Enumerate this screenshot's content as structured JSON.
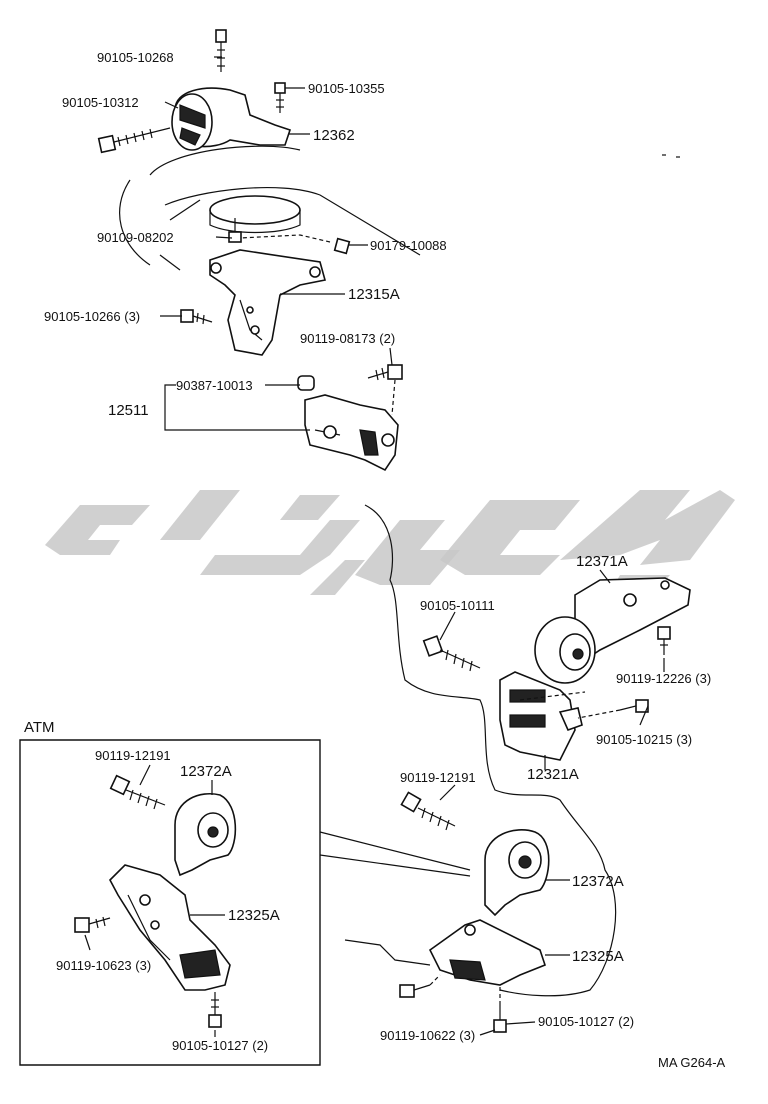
{
  "diagram": {
    "labels": {
      "bolt_top": "90105-10268",
      "bolt_top_right": "90105-10355",
      "bolt_left": "90105-10312",
      "mount_12362": "12362",
      "bolt_08202": "90109-08202",
      "nut_10088": "90179-10088",
      "bracket_12315a": "12315A",
      "bolt_10266": "90105-10266 (3)",
      "bolt_08173": "90119-08173 (2)",
      "cap_10013": "90387-10013",
      "bracket_12511": "12511",
      "mount_12371a": "12371A",
      "bolt_10111": "90105-10111",
      "bolt_12226": "90119-12226 (3)",
      "bolt_10215": "90105-10215 (3)",
      "mount_12321a": "12321A",
      "bolt_12191_main": "90119-12191",
      "mount_12372a_main": "12372A",
      "bracket_12325a_main": "12325A",
      "bolt_10622": "90119-10622 (3)",
      "bolt_10127_main": "90105-10127 (2)",
      "atm_title": "ATM",
      "bolt_12191_atm": "90119-12191",
      "mount_12372a_atm": "12372A",
      "bracket_12325a_atm": "12325A",
      "bolt_10623_atm": "90119-10623 (3)",
      "bolt_10127_atm": "90105-10127 (2)",
      "figure_code": "MA G264-A"
    },
    "watermark_color": "#c8c8c8"
  }
}
